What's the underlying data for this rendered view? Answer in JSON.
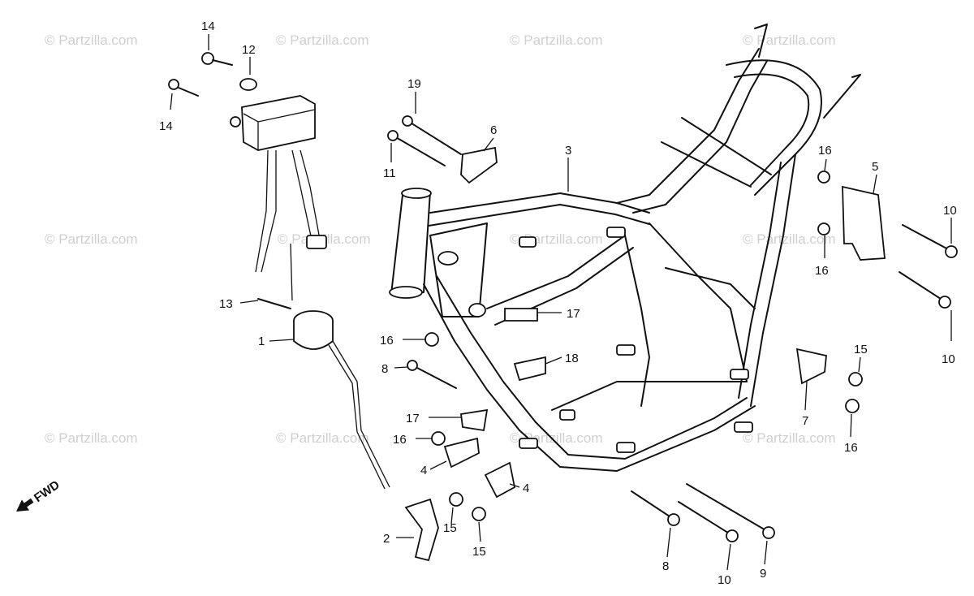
{
  "watermark": {
    "text": "© Partzilla.com"
  },
  "direction": {
    "label": "FWD"
  },
  "callouts": [
    {
      "id": "c14a",
      "number": "14"
    },
    {
      "id": "c12",
      "number": "12"
    },
    {
      "id": "c14b",
      "number": "14"
    },
    {
      "id": "c19",
      "number": "19"
    },
    {
      "id": "c6",
      "number": "6"
    },
    {
      "id": "c3",
      "number": "3"
    },
    {
      "id": "c11",
      "number": "11"
    },
    {
      "id": "c16a",
      "number": "16"
    },
    {
      "id": "c5",
      "number": "5"
    },
    {
      "id": "c10a",
      "number": "10"
    },
    {
      "id": "c16b",
      "number": "16"
    },
    {
      "id": "c13",
      "number": "13"
    },
    {
      "id": "c17a",
      "number": "17"
    },
    {
      "id": "c1",
      "number": "1"
    },
    {
      "id": "c16c",
      "number": "16"
    },
    {
      "id": "c10b",
      "number": "10"
    },
    {
      "id": "c18",
      "number": "18"
    },
    {
      "id": "c8a",
      "number": "8"
    },
    {
      "id": "c15a",
      "number": "15"
    },
    {
      "id": "c7",
      "number": "7"
    },
    {
      "id": "c17b",
      "number": "17"
    },
    {
      "id": "c16d",
      "number": "16"
    },
    {
      "id": "c16e",
      "number": "16"
    },
    {
      "id": "c4a",
      "number": "4"
    },
    {
      "id": "c4b",
      "number": "4"
    },
    {
      "id": "c2",
      "number": "2"
    },
    {
      "id": "c15b",
      "number": "15"
    },
    {
      "id": "c15c",
      "number": "15"
    },
    {
      "id": "c8b",
      "number": "8"
    },
    {
      "id": "c10c",
      "number": "10"
    },
    {
      "id": "c9",
      "number": "9"
    }
  ]
}
